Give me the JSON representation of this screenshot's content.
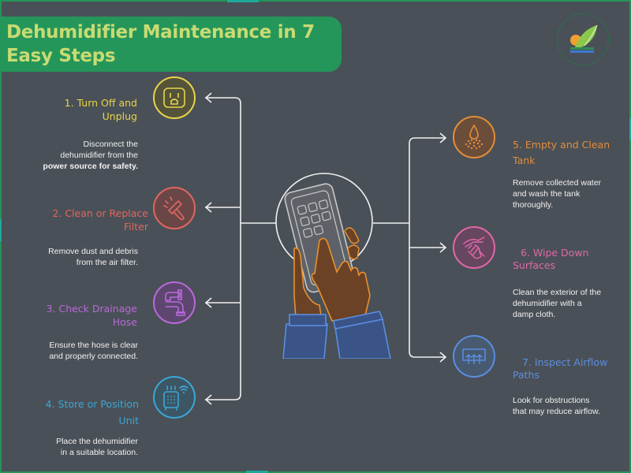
{
  "title": "Dehumidifier Maintenance in 7 Easy Steps",
  "title_lines": [
    "Dehumidifier Maintenance in 7",
    "Easy Steps"
  ],
  "logo": {
    "icon": "leaf-sun-logo-icon"
  },
  "colors": {
    "background": "#4a5057",
    "banner": "#25965a",
    "title_text": "#c8db72",
    "connector": "#f0f0f0",
    "step1": "#e8d44a",
    "step2": "#e0675e",
    "step3": "#b86ad8",
    "step4": "#3aa7d8",
    "step5": "#e38d3a",
    "step6": "#e068a8",
    "step7": "#5a8ee0"
  },
  "center_illustration": {
    "icon": "hands-holding-phone-icon"
  },
  "steps": [
    {
      "number": "1.",
      "title_lines": [
        "1. Turn Off and",
        "Unplug"
      ],
      "desc_lines": [
        "Disconnect the",
        "dehumidifier from the",
        "power source for safety."
      ],
      "icon": "power-outlet-icon"
    },
    {
      "number": "2.",
      "title_lines": [
        "2. Clean or Replace",
        "Filter"
      ],
      "desc_lines": [
        "Remove dust and debris",
        "from the air filter."
      ],
      "icon": "squeegee-icon"
    },
    {
      "number": "3.",
      "title_lines": [
        "3. Check Drainage",
        "Hose"
      ],
      "desc_lines": [
        "Ensure the hose is clear",
        "and properly connected."
      ],
      "icon": "pipe-icon"
    },
    {
      "number": "4.",
      "title_lines": [
        "4. Store or Position",
        "Unit"
      ],
      "desc_lines": [
        "Place the dehumidifier",
        "in a suitable location."
      ],
      "icon": "dehumidifier-wifi-icon"
    },
    {
      "number": "5.",
      "title_lines": [
        "5. Empty and Clean",
        "Tank"
      ],
      "desc_lines": [
        "Remove collected water",
        "and wash the tank",
        "thoroughly."
      ],
      "icon": "water-drop-icon"
    },
    {
      "number": "6.",
      "title_lines": [
        "6. Wipe Down",
        "Surfaces"
      ],
      "desc_lines": [
        "Clean the exterior of the",
        "dehumidifier with a",
        "damp cloth."
      ],
      "icon": "wiping-hands-icon"
    },
    {
      "number": "7.",
      "title_lines": [
        "7. Inspect Airflow",
        "Paths"
      ],
      "desc_lines": [
        "Look for obstructions",
        "that may reduce airflow."
      ],
      "icon": "air-vent-icon"
    }
  ]
}
